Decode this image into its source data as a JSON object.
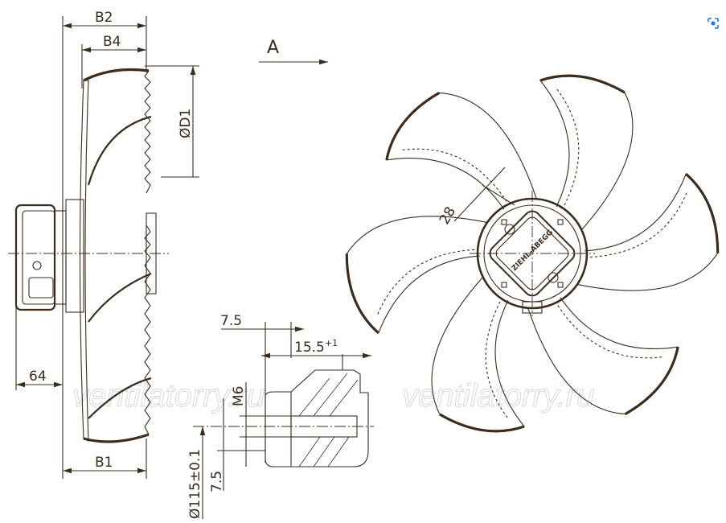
{
  "dimensions": {
    "b2": "B2",
    "b4": "B4",
    "d1": "ØD1",
    "view_arrow": "A",
    "angle_28": "28",
    "d64": "64",
    "b1": "B1",
    "top_75": "7.5",
    "d155": "15.5",
    "d155_tol": "+1",
    "m6": "M6",
    "d115": "Ø115±0.1",
    "side_75": "7.5"
  },
  "logo_text": "ZIEHL-ABEGG",
  "watermarks": [
    "ventilatorry.ru",
    "ventilatorry.ru"
  ],
  "colors": {
    "line": "#3b2c1e",
    "watermark": "#d8d8d8"
  }
}
